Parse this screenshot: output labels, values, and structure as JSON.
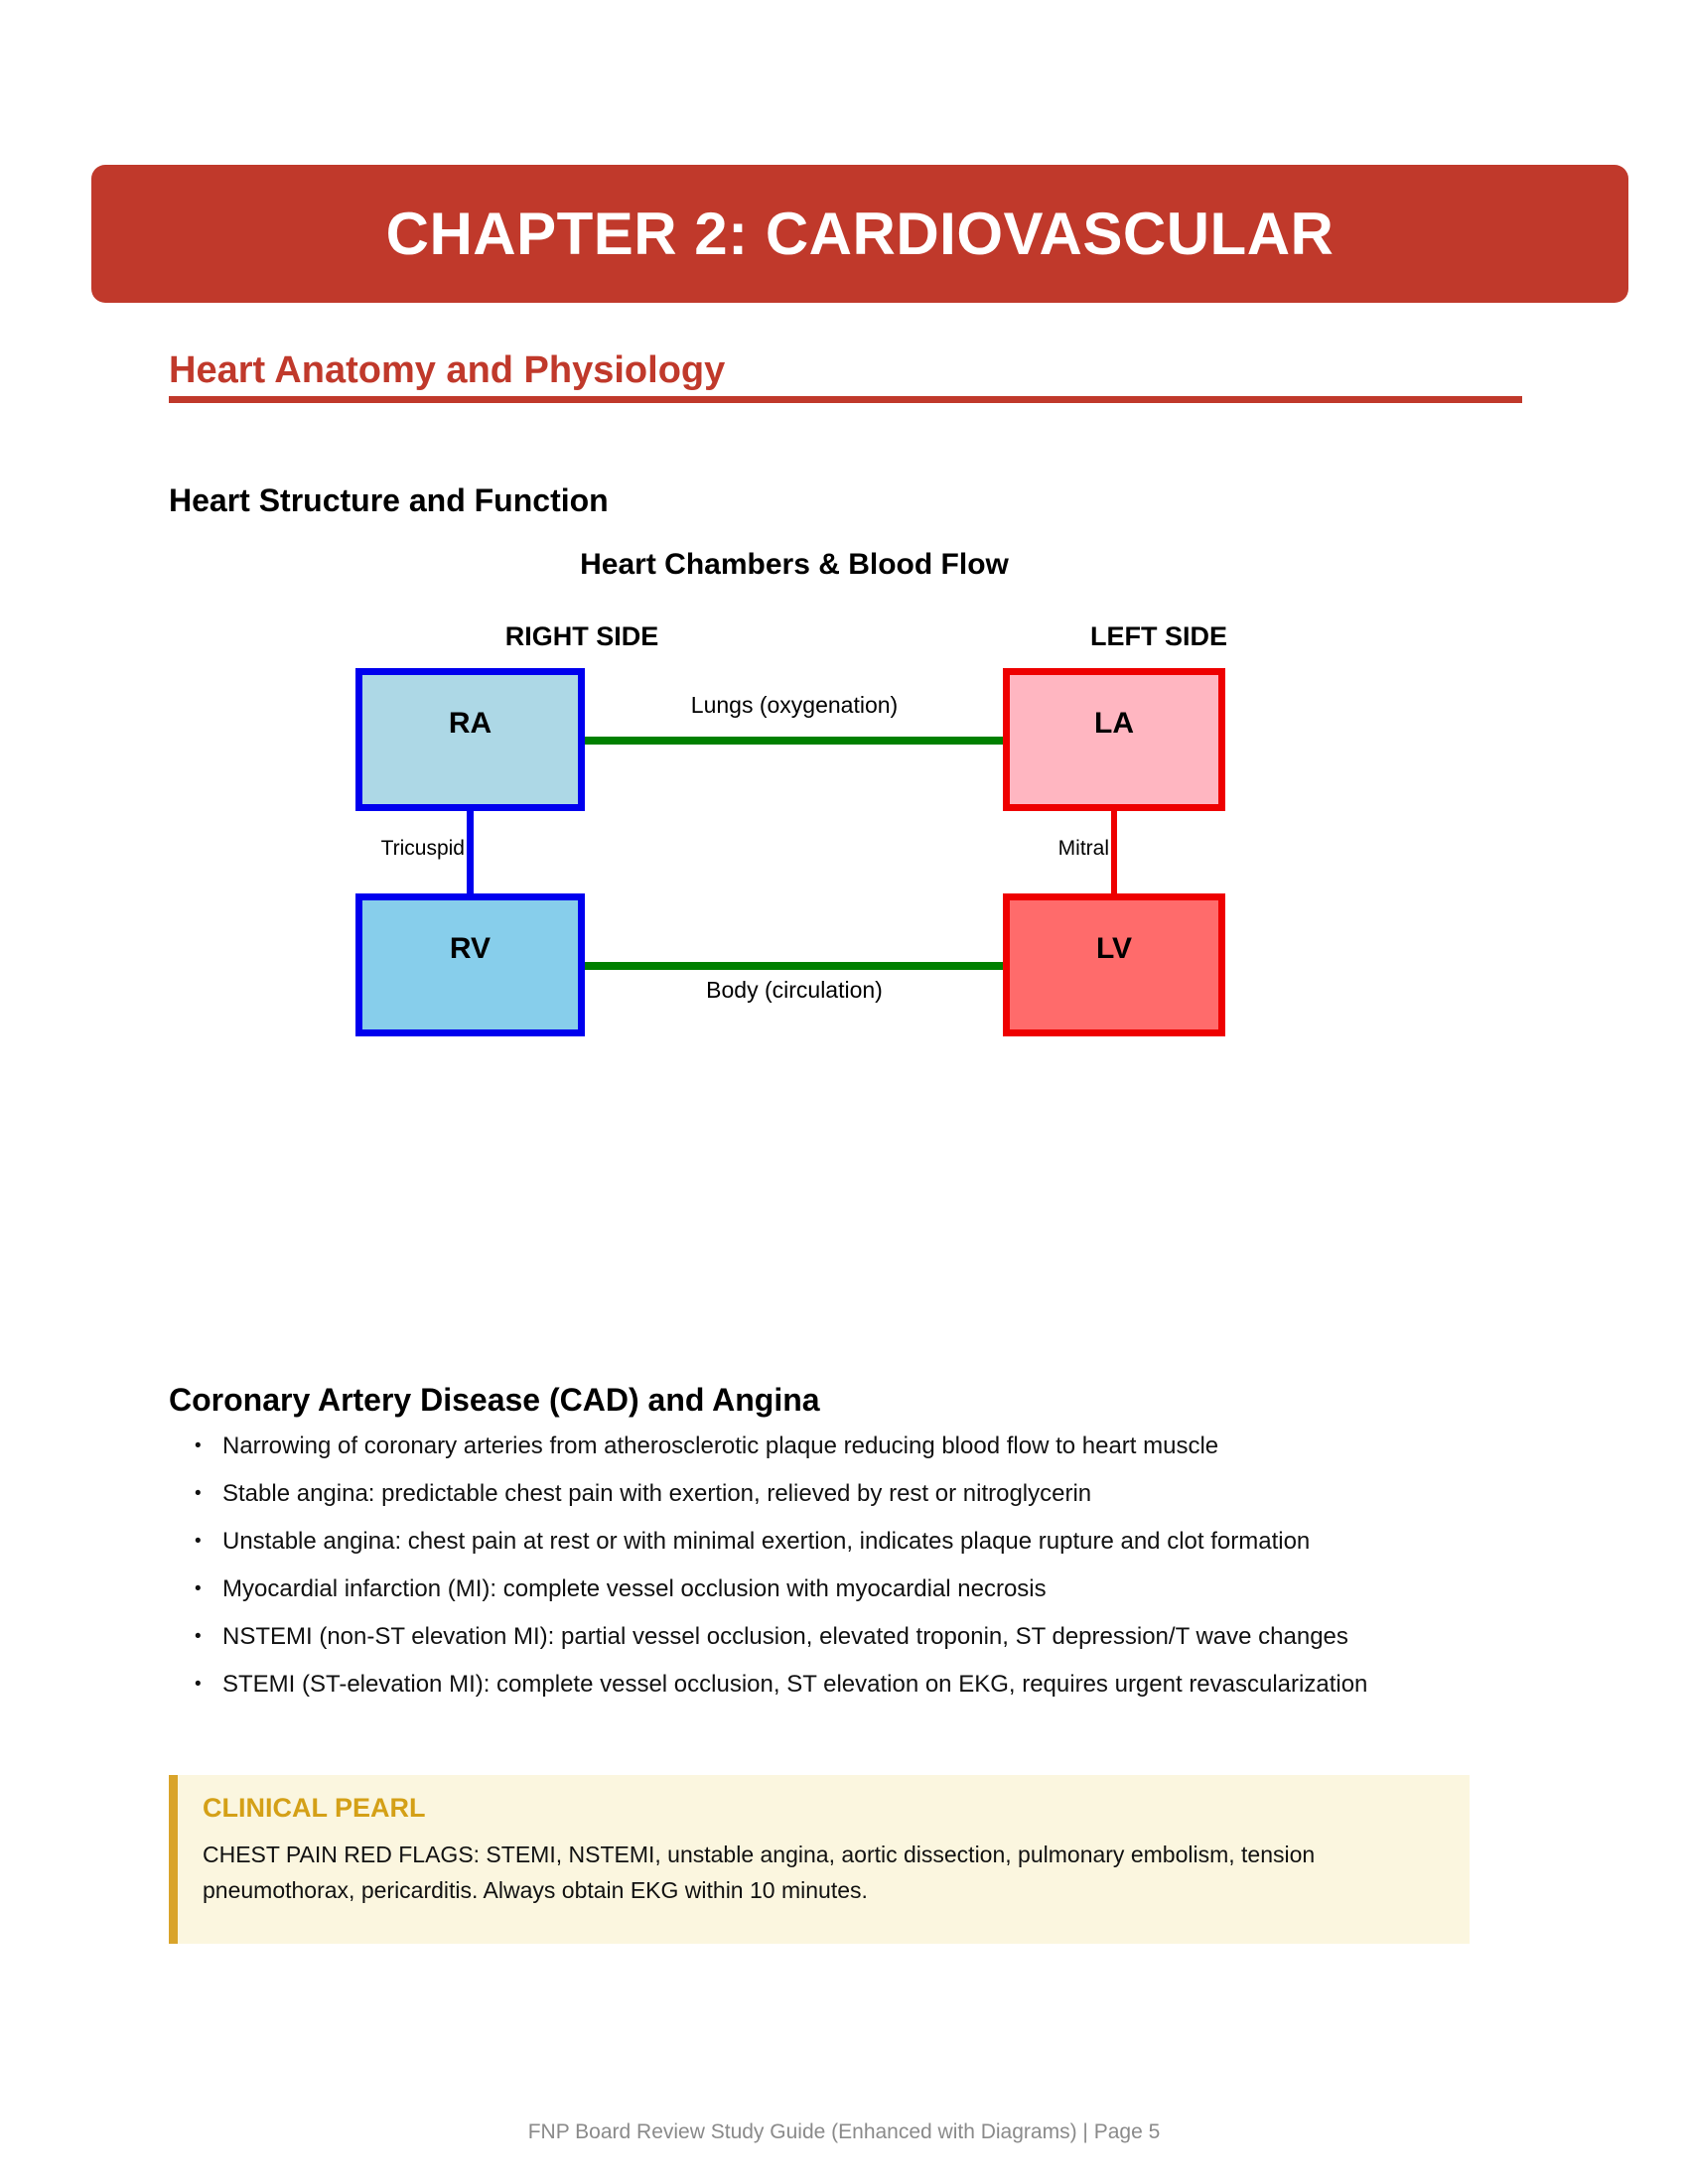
{
  "banner": {
    "title": "CHAPTER 2: CARDIOVASCULAR",
    "bg_color": "#C0392B",
    "text_color": "#FFFFFF"
  },
  "section": {
    "title": "Heart Anatomy and Physiology",
    "accent_color": "#C0392B"
  },
  "subsection": {
    "title": "Heart Structure and Function"
  },
  "diagram": {
    "title": "Heart Chambers & Blood Flow",
    "right_side_label": "RIGHT SIDE",
    "left_side_label": "LEFT SIDE",
    "chambers": [
      {
        "label": "RA",
        "fill": "#ADD8E6",
        "border": "#0000EE"
      },
      {
        "label": "LA",
        "fill": "#FFB6C1",
        "border": "#EE0000"
      },
      {
        "label": "RV",
        "fill": "#87CEEB",
        "border": "#0000EE"
      },
      {
        "label": "LV",
        "fill": "#FF6B6B",
        "border": "#EE0000"
      }
    ],
    "connections": [
      {
        "label": "Lungs (oxygenation)",
        "from": "RA",
        "to": "LA",
        "color": "#008000"
      },
      {
        "label": "Tricuspid",
        "from": "RA",
        "to": "RV",
        "color": "#0000EE"
      },
      {
        "label": "Mitral",
        "from": "LA",
        "to": "LV",
        "color": "#EE0000"
      },
      {
        "label": "Body (circulation)",
        "from": "RV",
        "to": "LV",
        "color": "#008000"
      }
    ]
  },
  "cad_section": {
    "title": "Coronary Artery Disease (CAD) and Angina",
    "bullet_char": "•",
    "bullets": [
      "Narrowing of coronary arteries from atherosclerotic plaque reducing blood flow to heart muscle",
      "Stable angina: predictable chest pain with exertion, relieved by rest or nitroglycerin",
      "Unstable angina: chest pain at rest or with minimal exertion, indicates plaque rupture and clot formation",
      "Myocardial infarction (MI): complete vessel occlusion with myocardial necrosis",
      "NSTEMI (non-ST elevation MI): partial vessel occlusion, elevated troponin, ST depression/T wave changes",
      "STEMI (ST-elevation MI): complete vessel occlusion, ST elevation on EKG, requires urgent revascularization"
    ]
  },
  "clinical_pearl": {
    "title": "CLINICAL PEARL",
    "text": "CHEST PAIN RED FLAGS: STEMI, NSTEMI, unstable angina, aortic dissection, pulmonary embolism, tension pneumothorax, pericarditis. Always obtain EKG within 10 minutes.",
    "accent_color": "#D4A017",
    "bg_color": "#FBF6DF"
  },
  "footer": {
    "text": "FNP Board Review Study Guide (Enhanced with Diagrams)  |  Page 5"
  }
}
